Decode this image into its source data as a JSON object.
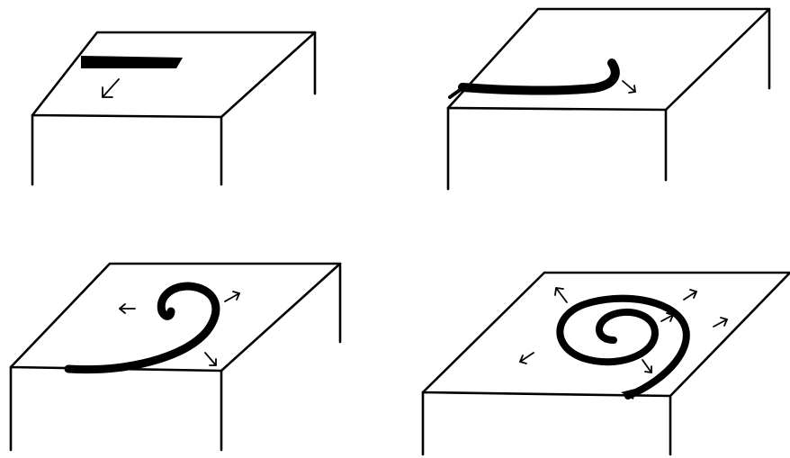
{
  "figure": {
    "panels": [
      {
        "stage": 1,
        "description_text": ""
      },
      {
        "stage": 2,
        "description_text": ""
      },
      {
        "stage": 3,
        "description_text": ""
      },
      {
        "stage": 4,
        "description_text": ""
      }
    ],
    "ink_color": "#000000",
    "background_color": "#ffffff",
    "icons": [
      "block-outline",
      "spiral-vortex",
      "outward-arrow"
    ]
  }
}
